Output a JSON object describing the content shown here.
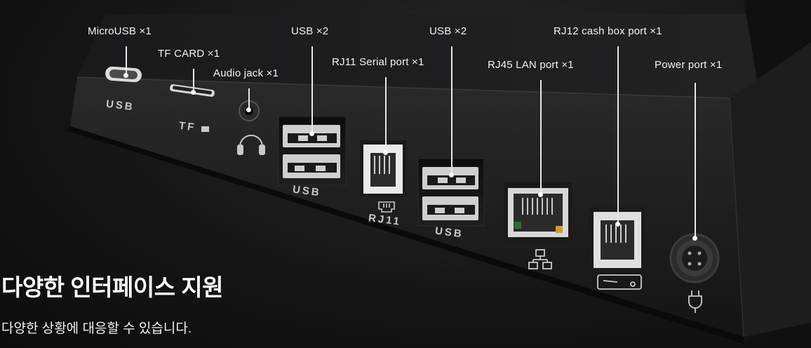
{
  "callouts": {
    "microusb": "MicroUSB ×1",
    "tfcard": "TF CARD ×1",
    "audio": "Audio jack ×1",
    "usb_a": "USB ×2",
    "rj11": "RJ11 Serial port ×1",
    "usb_b": "USB ×2",
    "rj45": "RJ45 LAN port ×1",
    "rj12": "RJ12 cash box port ×1",
    "power": "Power port ×1"
  },
  "port_labels": {
    "microusb": "USB",
    "tf": "TF",
    "usb_a": "USB",
    "rj11": "RJ11",
    "usb_b": "USB"
  },
  "headline": "다양한 인터페이스 지원",
  "subline": "다양한 상황에 대응할 수 있습니다.",
  "colors": {
    "background": "#161617",
    "device_body": "#1b1b1c",
    "port_frame": "#e6e6e6",
    "rj45_accent": "#2f6b3b",
    "rj45_led": "#c9a227",
    "text": "#ffffff"
  }
}
